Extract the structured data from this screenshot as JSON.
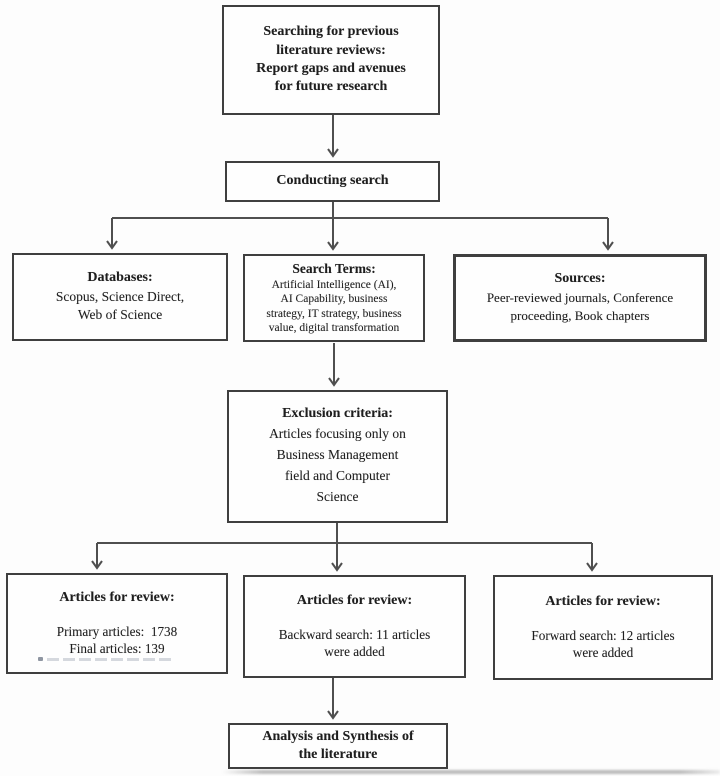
{
  "colors": {
    "border": "#3f3f3f",
    "connector": "#4f4f4f",
    "text": "#1e1e1e",
    "background": "#fdfdfd"
  },
  "diagram": {
    "nodes": {
      "literature_review": {
        "lines": [
          "Searching for previous",
          "literature reviews:",
          "Report gaps and avenues",
          "for future research"
        ]
      },
      "conducting_search": {
        "label": "Conducting search"
      },
      "databases": {
        "title": "Databases:",
        "lines": [
          "Scopus, Science Direct,",
          "Web of Science"
        ]
      },
      "search_terms": {
        "title": "Search Terms:",
        "lines": [
          "Artificial Intelligence (AI),",
          "AI Capability, business",
          "strategy, IT strategy, business",
          "value, digital transformation"
        ]
      },
      "sources": {
        "title": "Sources:",
        "lines": [
          "Peer-reviewed journals, Conference",
          "proceeding, Book chapters"
        ]
      },
      "exclusion_criteria": {
        "title": "Exclusion criteria:",
        "lines": [
          "Articles focusing only on",
          "Business Management",
          "field and Computer",
          "Science"
        ]
      },
      "articles_primary": {
        "title": "Articles for review:",
        "lines": [
          "Primary articles:  1738",
          "Final articles: 139"
        ]
      },
      "articles_backward": {
        "title": "Articles for review:",
        "lines": [
          "Backward search: 11 articles",
          "were added"
        ]
      },
      "articles_forward": {
        "title": "Articles for review:",
        "lines": [
          "Forward search: 12 articles",
          "were added"
        ]
      },
      "analysis_synthesis": {
        "lines": [
          "Analysis and Synthesis of",
          "the literature"
        ]
      }
    },
    "edges": [
      {
        "from": "literature_review",
        "to": "conducting_search"
      },
      {
        "from": "conducting_search",
        "to": "databases"
      },
      {
        "from": "conducting_search",
        "to": "search_terms"
      },
      {
        "from": "conducting_search",
        "to": "sources"
      },
      {
        "from": "search_terms",
        "to": "exclusion_criteria"
      },
      {
        "from": "exclusion_criteria",
        "to": "articles_primary"
      },
      {
        "from": "exclusion_criteria",
        "to": "articles_backward"
      },
      {
        "from": "exclusion_criteria",
        "to": "articles_forward"
      },
      {
        "from": "articles_backward",
        "to": "analysis_synthesis"
      }
    ]
  }
}
